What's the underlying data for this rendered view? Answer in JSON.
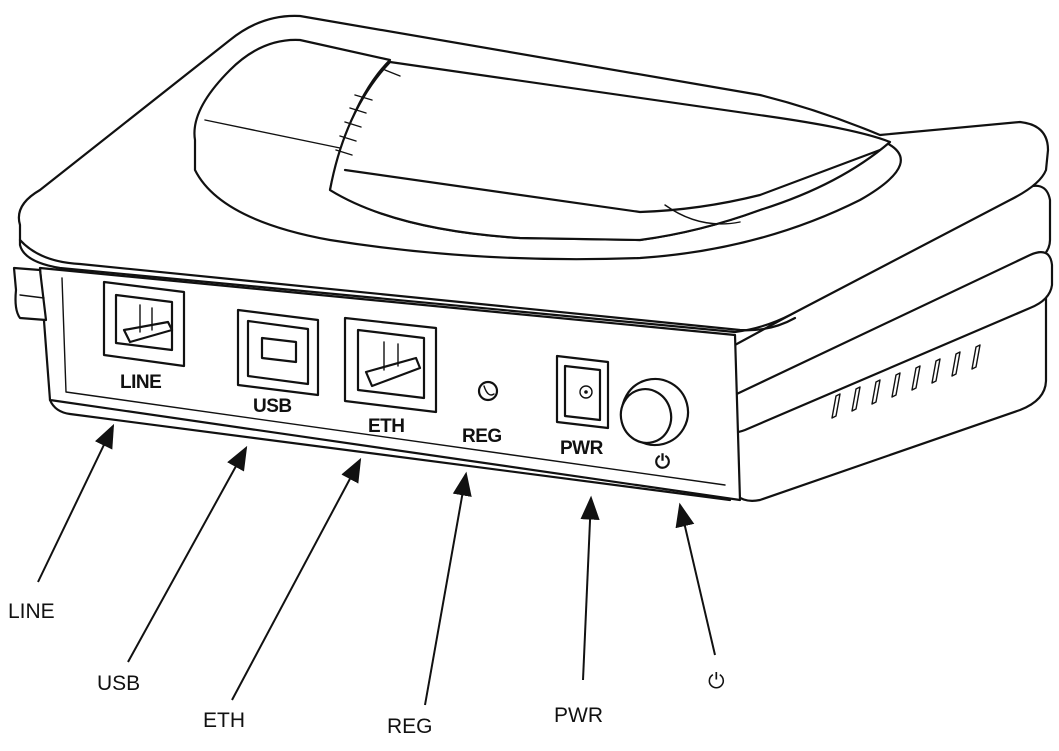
{
  "device": {
    "port_labels": {
      "line": "LINE",
      "usb": "USB",
      "eth": "ETH",
      "reg": "REG",
      "pwr": "PWR",
      "power_symbol": "⏻"
    }
  },
  "callouts": [
    {
      "id": "line",
      "label": "LINE"
    },
    {
      "id": "usb",
      "label": "USB"
    },
    {
      "id": "eth",
      "label": "ETH"
    },
    {
      "id": "reg",
      "label": "REG"
    },
    {
      "id": "pwr",
      "label": "PWR"
    },
    {
      "id": "power",
      "label": "⏻"
    }
  ]
}
